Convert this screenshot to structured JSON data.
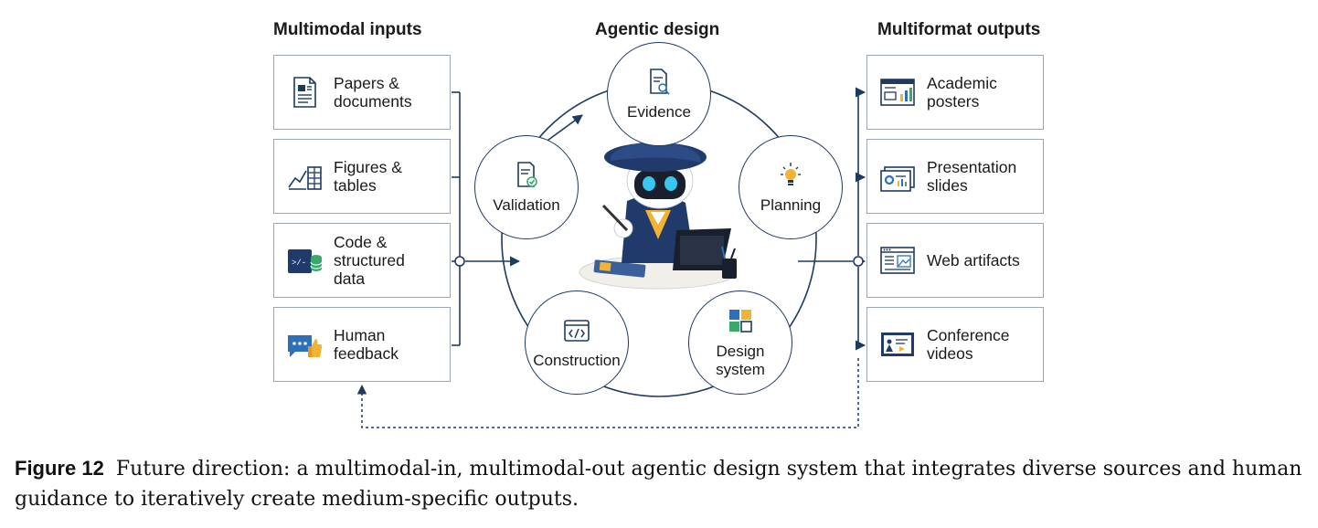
{
  "headings": {
    "inputs": "Multimodal inputs",
    "agentic": "Agentic design",
    "outputs": "Multiformat outputs"
  },
  "inputs": [
    {
      "label": "Papers &\ndocuments",
      "icon": "document-icon"
    },
    {
      "label": "Figures &\ntables",
      "icon": "chart-table-icon"
    },
    {
      "label": "Code &\nstructured\ndata",
      "icon": "code-database-icon"
    },
    {
      "label": "Human\nfeedback",
      "icon": "chat-thumbs-up-icon"
    }
  ],
  "stages": [
    {
      "label": "Evidence",
      "icon": "document-search-icon"
    },
    {
      "label": "Planning",
      "icon": "lightbulb-icon"
    },
    {
      "label": "Design\nsystem",
      "icon": "layout-grid-icon"
    },
    {
      "label": "Construction",
      "icon": "code-window-icon"
    },
    {
      "label": "Validation",
      "icon": "document-check-icon"
    }
  ],
  "outputs": [
    {
      "label": "Academic\nposters",
      "icon": "poster-icon"
    },
    {
      "label": "Presentation\nslides",
      "icon": "slides-icon"
    },
    {
      "label": "Web artifacts",
      "icon": "web-page-icon"
    },
    {
      "label": "Conference\nvideos",
      "icon": "video-presentation-icon"
    }
  ],
  "mascot": "robot-artist-mascot",
  "colors": {
    "navy": "#1f3a5f",
    "box_border": "#9aa6b4",
    "accent_blue": "#2f6fb7",
    "accent_yellow": "#f2b233",
    "accent_green": "#3aa76d"
  },
  "caption": {
    "label": "Figure 12",
    "text": "Future direction: a multimodal-in, multimodal-out agentic design system that integrates diverse sources and human guidance to iteratively create medium-specific outputs."
  }
}
